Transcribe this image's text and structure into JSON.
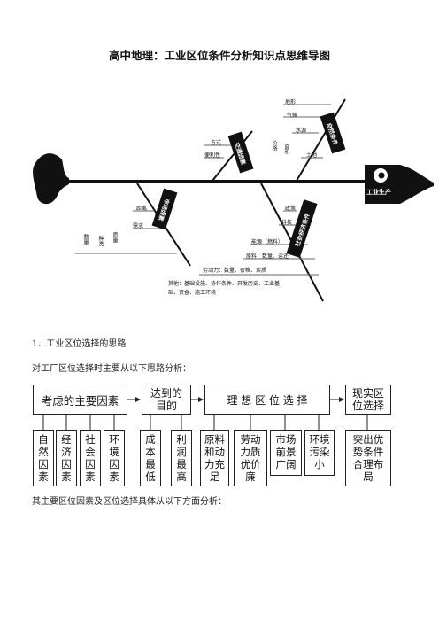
{
  "doc": {
    "title": "高中地理：工业区位条件分析知识点思维导图"
  },
  "fishbone": {
    "head_label": "工业生产",
    "transport": {
      "category": "交通因素",
      "items": [
        "方式",
        "便利性"
      ]
    },
    "natural": {
      "category": "自然条件",
      "items": [
        "地形",
        "气候",
        "水源",
        "土地"
      ],
      "vertical_items": [
        "价格",
        "面积"
      ]
    },
    "market": {
      "category": "市场因素",
      "items": [
        "距离",
        "需求"
      ],
      "vertical_items": [
        "数量",
        "种类",
        "质量"
      ]
    },
    "social": {
      "category": "社会经济条件",
      "items": [
        "政策",
        "科技",
        "能源（燃料）",
        "原料：数量、运还",
        "劳动力：数量、价格、素质"
      ],
      "other": "其他：基础设施、协作条件、开发历史、工业基础、资金、施工环境"
    }
  },
  "section1": {
    "heading": "1．工业区位选择的思路",
    "intro": "对工厂区位选择时主要从以下思路分析：",
    "footer": "其主要区位因素及区位选择具体从以下方面分析："
  },
  "flow": {
    "step1": "考虑的主要因素",
    "step2": "达到的目的",
    "step3": "理 想 区 位 选 择",
    "step4": "现实区位选择",
    "factors": [
      "自然因素",
      "经济因素",
      "社会因素",
      "环境因素"
    ],
    "goals": [
      "成本最低",
      "利润最高"
    ],
    "ideal": [
      "原料和动力充足",
      "劳动力质优价廉",
      "市场前景广阔",
      "环境污染小"
    ],
    "reality": [
      "突出优势条件合理布局"
    ]
  }
}
